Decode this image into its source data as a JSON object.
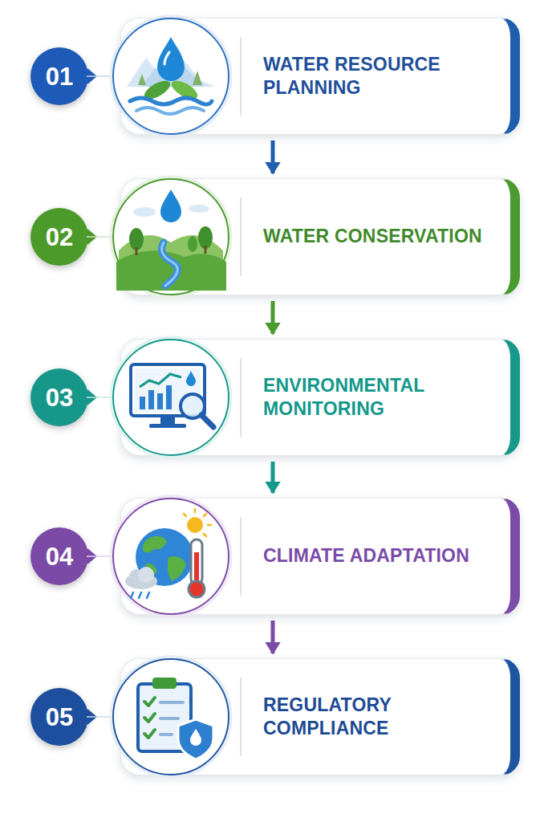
{
  "diagram": {
    "nodes": [
      {
        "text": [
          "WATER RESOURCE PLANNING"
        ]
      },
      {
        "text": [
          "01"
        ],
        "in": 0
      },
      {
        "text": [
          "WATER CONSERVATION"
        ]
      },
      {
        "text": [
          "02"
        ],
        "in": 2
      },
      {
        "text": [
          "ENVIRONMENTAL MONITORING"
        ]
      },
      {
        "text": [
          "03"
        ],
        "in": 4
      },
      {
        "text": [
          "CLIMATE ADAPTATION"
        ]
      },
      {
        "text": [
          "04"
        ],
        "in": 6
      },
      {
        "text": [
          "REGULATORY COMPLIANCE"
        ]
      },
      {
        "text": [
          "05"
        ],
        "in": 8
      }
    ],
    "edges": [
      {
        "from": 0,
        "to": 2,
        "arrow": "to"
      },
      {
        "from": 2,
        "to": 4,
        "arrow": "to"
      },
      {
        "from": 4,
        "to": 6,
        "arrow": "to"
      },
      {
        "from": 6,
        "to": 8,
        "arrow": "to"
      }
    ]
  }
}
